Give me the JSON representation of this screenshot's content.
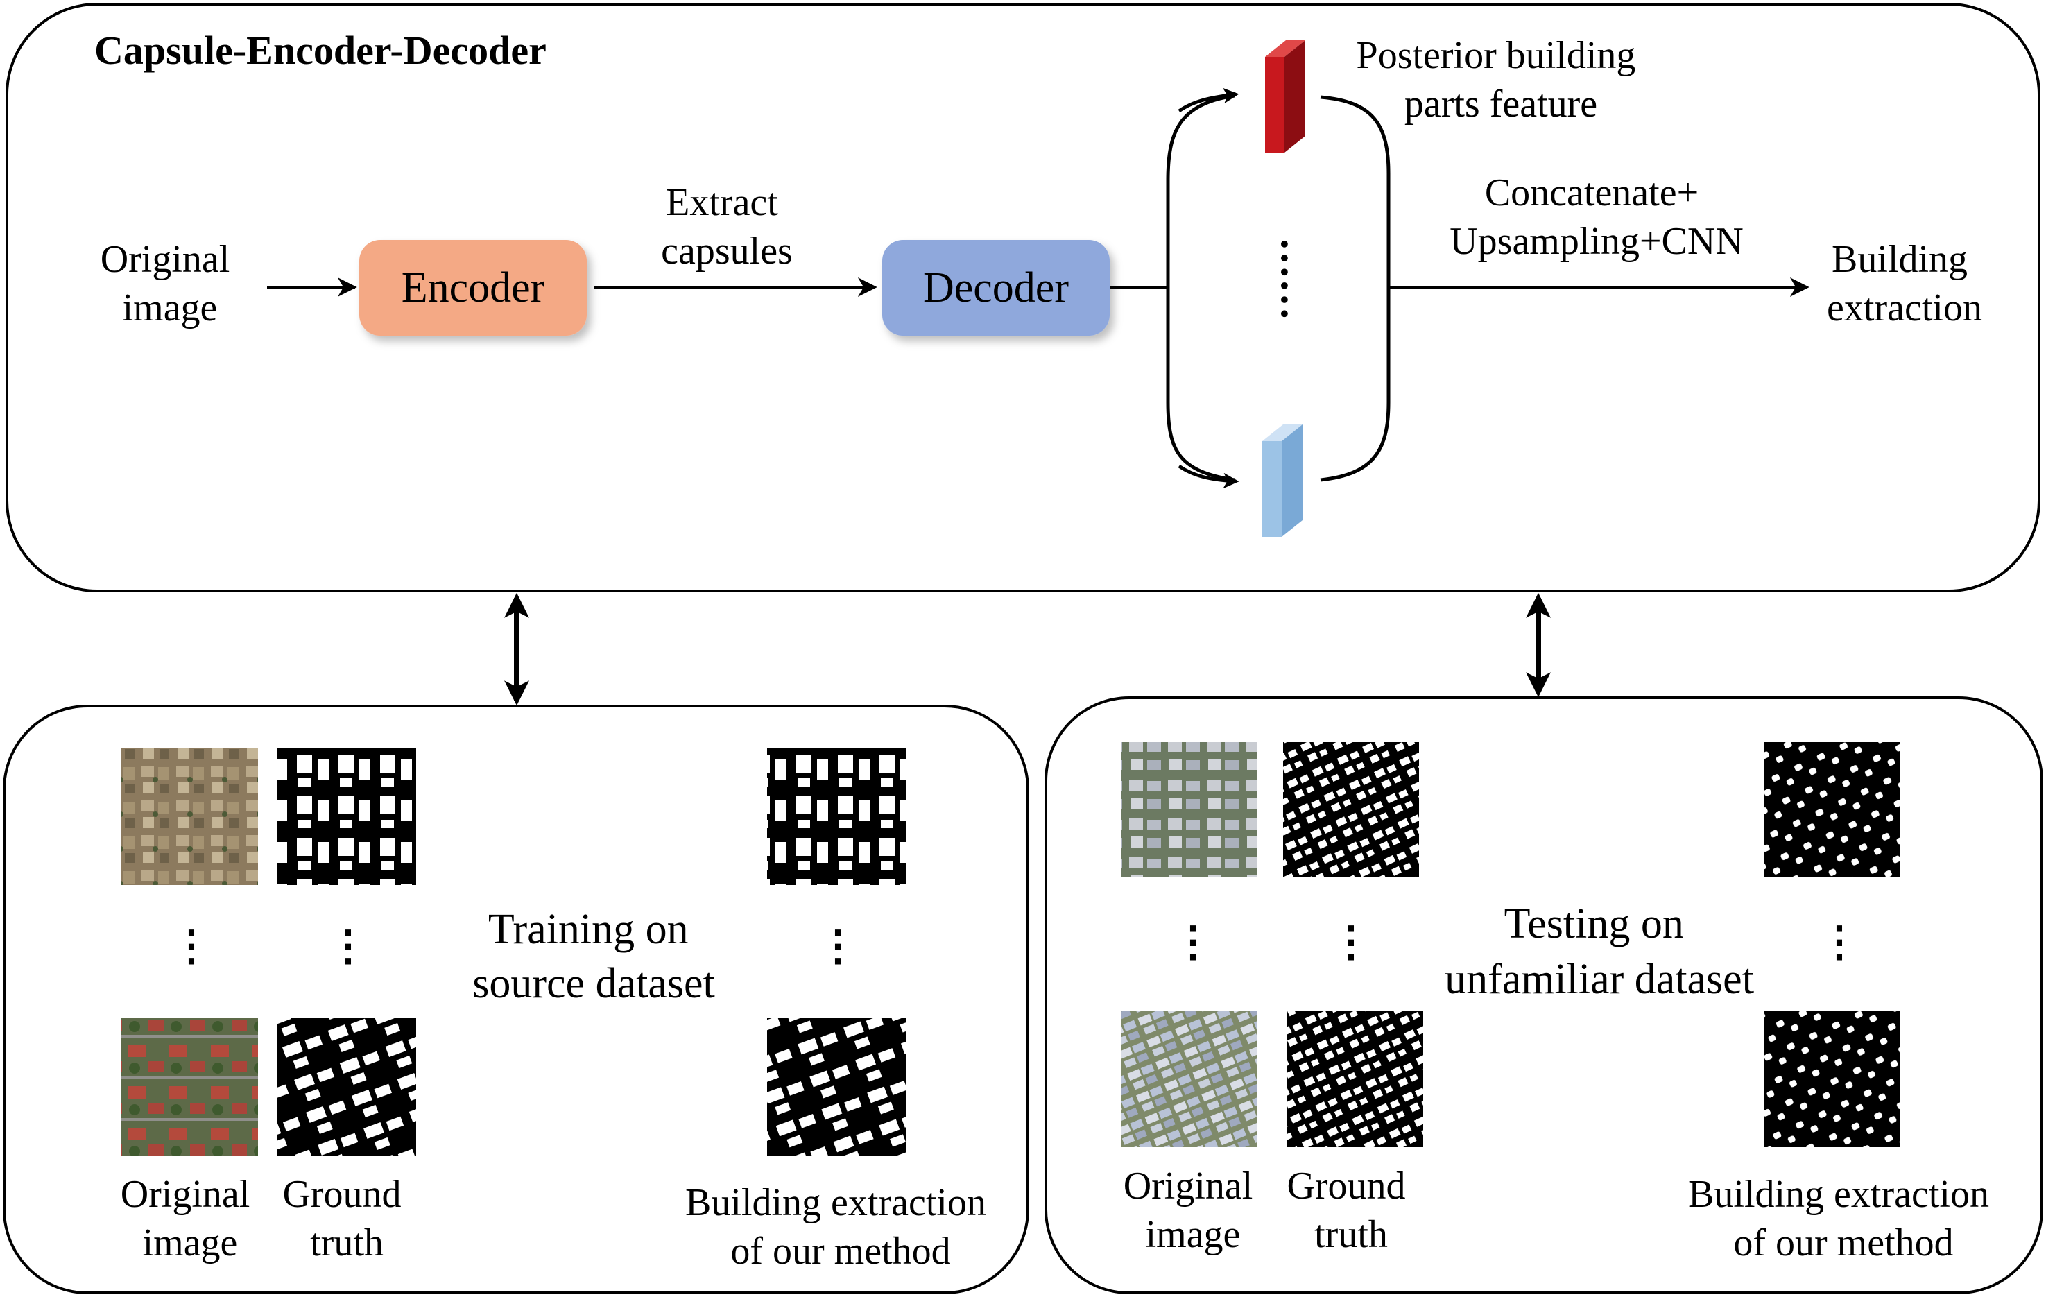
{
  "top_panel": {
    "title": "Capsule-Encoder-Decoder",
    "input_label": [
      "Original",
      "image"
    ],
    "encoder_label": "Encoder",
    "extract_label": [
      "Extract",
      "capsules"
    ],
    "decoder_label": "Decoder",
    "posterior_label": [
      "Posterior building",
      "parts feature"
    ],
    "concat_label": [
      "Concatenate+",
      "Upsampling+CNN"
    ],
    "output_label": [
      "Building",
      "extraction"
    ],
    "ellipsis": "……"
  },
  "training_panel": {
    "title": [
      "Training on",
      "source dataset"
    ],
    "col_labels": [
      [
        "Original",
        "image"
      ],
      [
        "Ground",
        "truth"
      ],
      [
        "Building extraction",
        "of our method"
      ]
    ],
    "ellipsis": "⋮"
  },
  "testing_panel": {
    "title": [
      "Testing on",
      "unfamiliar dataset"
    ],
    "col_labels": [
      [
        "Original",
        "image"
      ],
      [
        "Ground",
        "truth"
      ],
      [
        "Building extraction",
        "of our method"
      ]
    ],
    "ellipsis": "⋮"
  },
  "colors": {
    "encoder": "#F4A985",
    "decoder": "#8FA8DC",
    "feature_top": "#C8181E",
    "feature_bottom": "#9CC3E6"
  }
}
